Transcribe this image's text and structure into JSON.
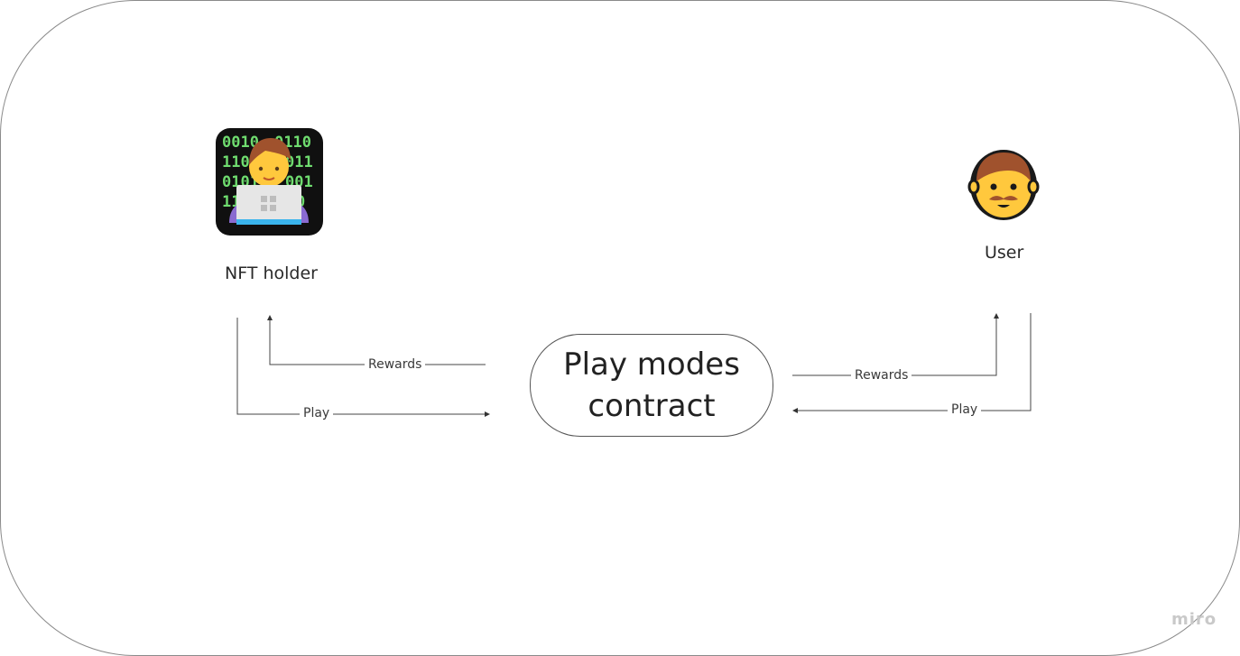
{
  "nodes": {
    "nft_holder": {
      "label": "NFT holder",
      "icon": "technologist-icon"
    },
    "user": {
      "label": "User",
      "icon": "man-face-icon"
    },
    "contract": {
      "label": "Play modes\ncontract"
    }
  },
  "edges": {
    "nft_rewards": {
      "label": "Rewards"
    },
    "nft_play": {
      "label": "Play"
    },
    "user_rewards": {
      "label": "Rewards"
    },
    "user_play": {
      "label": "Play"
    }
  },
  "watermark": {
    "text": "miro"
  },
  "colors": {
    "skin": "#ffc83d",
    "hair": "#a0522d",
    "code_green": "#6fdc6f",
    "screen_dark": "#101010",
    "laptop": "#e6e6e6",
    "shirt": "#8a6bd1"
  }
}
